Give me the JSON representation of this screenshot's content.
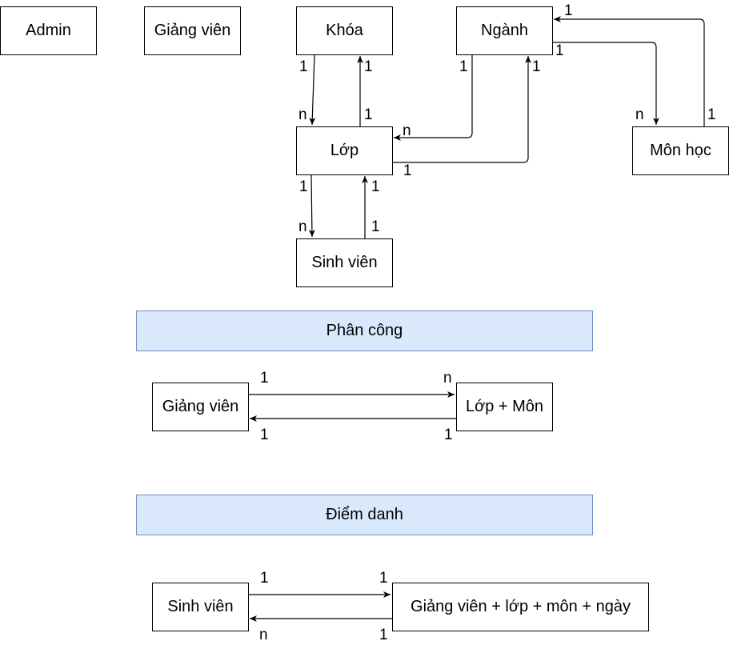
{
  "entities": {
    "admin": "Admin",
    "giang_vien_top": "Giảng viên",
    "khoa": "Khóa",
    "nganh": "Ngành",
    "lop": "Lớp",
    "mon_hoc": "Môn học",
    "sinh_vien_top": "Sinh viên",
    "giang_vien_pc": "Giảng viên",
    "lop_mon": "Lớp + Môn",
    "sinh_vien_dd": "Sinh viên",
    "gv_lop_mon_ngay": "Giảng viên + lớp + môn + ngày"
  },
  "sections": {
    "phan_cong": "Phân công",
    "diem_danh": "Điểm danh"
  },
  "cardinalities": {
    "khoa_lop_1": "1",
    "khoa_lop_n": "n",
    "lop_khoa_1a": "1",
    "lop_khoa_1b": "1",
    "nganh_lop_1": "1",
    "nganh_lop_n": "n",
    "lop_nganh_1a": "1",
    "lop_nganh_1b": "1",
    "nganh_mon_1a": "1",
    "nganh_mon_1b": "1",
    "nganh_mon_n": "n",
    "mon_nganh_1": "1",
    "lop_sv_1": "1",
    "lop_sv_n": "n",
    "sv_lop_1a": "1",
    "sv_lop_1b": "1",
    "pc_gv_1": "1",
    "pc_lm_n": "n",
    "pc_gv_1b": "1",
    "pc_lm_1": "1",
    "dd_sv_1": "1",
    "dd_target_1": "1",
    "dd_sv_n": "n",
    "dd_target_1b": "1"
  }
}
